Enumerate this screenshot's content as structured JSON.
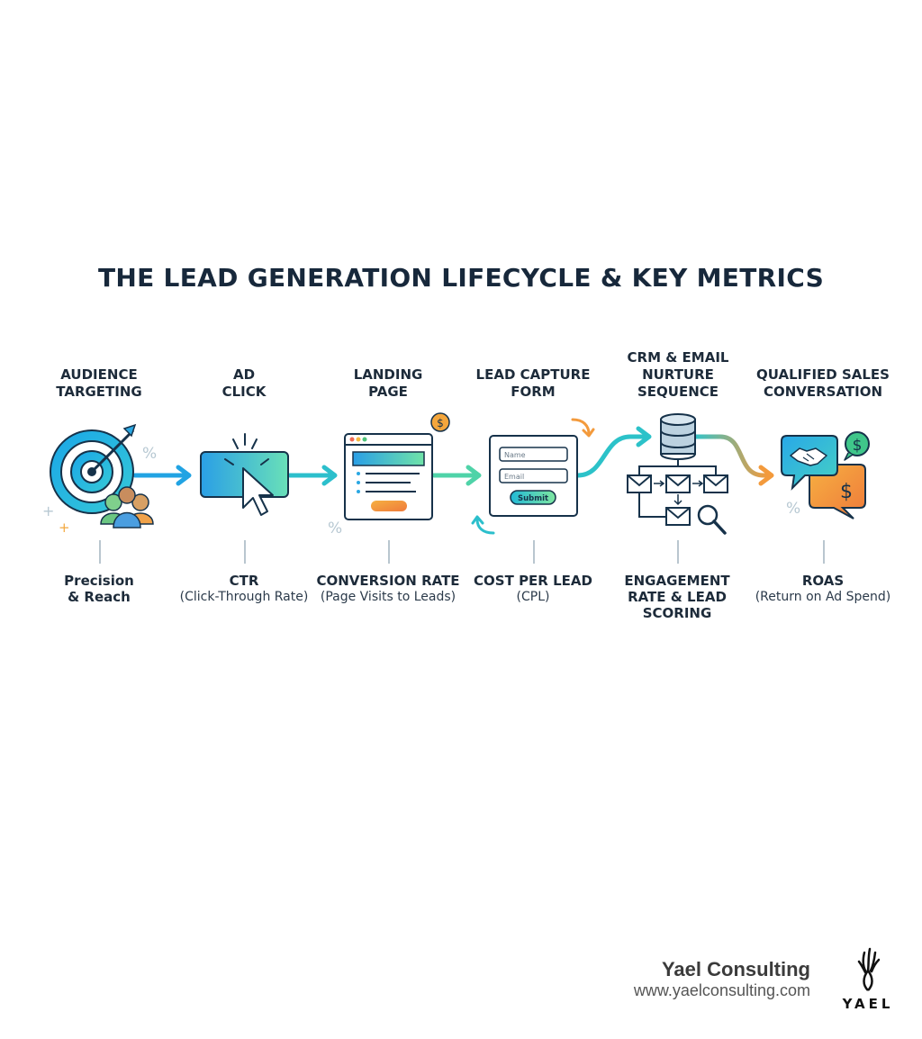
{
  "title": "THE LEAD GENERATION LIFECYCLE & KEY METRICS",
  "stages": [
    {
      "label": "AUDIENCE\nTARGETING",
      "metric_name": "Precision\n& Reach",
      "metric_desc": ""
    },
    {
      "label": "AD\nCLICK",
      "metric_name": "CTR",
      "metric_desc": "(Click-Through Rate)"
    },
    {
      "label": "LANDING\nPAGE",
      "metric_name": "CONVERSION RATE",
      "metric_desc": "(Page Visits to Leads)"
    },
    {
      "label": "LEAD CAPTURE\nFORM",
      "metric_name": "COST PER LEAD",
      "metric_desc": "(CPL)"
    },
    {
      "label": "CRM & EMAIL\nNURTURE\nSEQUENCE",
      "metric_name": "ENGAGEMENT\nRATE & LEAD\nSCORING",
      "metric_desc": ""
    },
    {
      "label": "QUALIFIED SALES\nCONVERSATION",
      "metric_name": "ROAS",
      "metric_desc": "(Return on Ad Spend)"
    }
  ],
  "form": {
    "name_placeholder": "Name",
    "email_placeholder": "Email",
    "submit_label": "Submit"
  },
  "icons": {
    "stage1": "target-audience-icon",
    "stage2": "ad-click-cursor-icon",
    "stage3": "landing-page-browser-icon",
    "stage4": "lead-form-icon",
    "stage5": "crm-database-email-icon",
    "stage6": "handshake-chat-dollar-icon"
  },
  "symbols": {
    "percent": "%",
    "dollar": "$",
    "plus": "+"
  },
  "brand": {
    "name": "Yael Consulting",
    "url": "www.yaelconsulting.com",
    "logo_word": "YAEL"
  },
  "colors": {
    "blue": "#1e9be0",
    "teal": "#2fc7c4",
    "green": "#5ed8a0",
    "orange": "#f39a3c",
    "navy": "#17283b"
  }
}
